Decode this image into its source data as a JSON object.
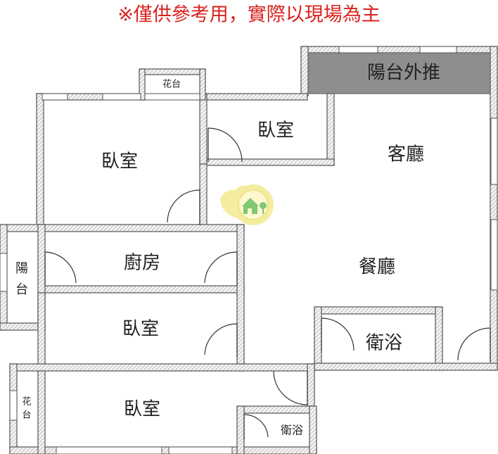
{
  "notice": "※僅供參考用，實際以現場為主",
  "colors": {
    "notice_red": "#d8231f",
    "extension_fill": "#8e8e8e",
    "logo_yellow": "#f3eb8f",
    "logo_green": "#6bbf5a"
  },
  "rooms": {
    "balcony_extension": "陽台外推",
    "bedroom_small": "臥室",
    "living_room": "客廳",
    "bedroom_main": "臥室",
    "planter_top": "花台",
    "kitchen": "廚房",
    "balcony_left_1": "陽",
    "balcony_left_2": "台",
    "dining_room": "餐廳",
    "bedroom_mid": "臥室",
    "bathroom_main": "衛浴",
    "planter_left_1": "花",
    "planter_left_2": "台",
    "bedroom_bottom": "臥室",
    "bathroom_small": "衛浴"
  },
  "icons": {
    "watermark": "house-logo-icon"
  }
}
